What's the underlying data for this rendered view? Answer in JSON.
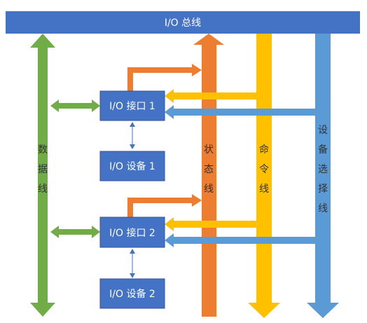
{
  "bus": {
    "label": "I/O 总线"
  },
  "boxes": {
    "interface1": "I/O 接口 1",
    "device1": "I/O 设备 1",
    "interface2": "I/O 接口 2",
    "device2": "I/O 设备 2"
  },
  "lines": {
    "data": [
      "数",
      "据",
      "线"
    ],
    "status": [
      "状",
      "态",
      "线"
    ],
    "command": [
      "命",
      "令",
      "线"
    ],
    "select": [
      "设",
      "备",
      "选",
      "择",
      "线"
    ]
  },
  "colors": {
    "bus": "#4472C4",
    "box": "#4472C4",
    "data_line": "#70AD47",
    "status_line": "#ED7D31",
    "command_line": "#FFC000",
    "select_line": "#5B9BD5",
    "link": "#4472C4"
  }
}
